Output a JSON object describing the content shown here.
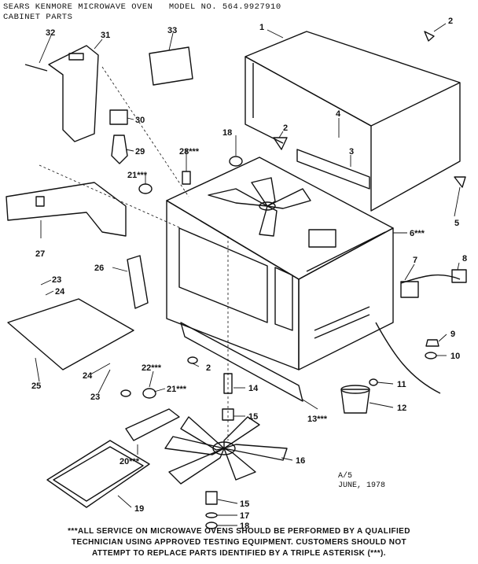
{
  "header": {
    "line1": "SEARS KENMORE MICROWAVE OVEN   MODEL NO. 564.9927910",
    "line2": "CABINET PARTS"
  },
  "labels": {
    "p1": "1",
    "p2a": "2",
    "p2b": "2",
    "p2c": "2",
    "p3": "3",
    "p4": "4",
    "p5": "5",
    "p6": "6***",
    "p7": "7",
    "p8": "8",
    "p9": "9",
    "p10": "10",
    "p11": "11",
    "p12": "12",
    "p13": "13***",
    "p14": "14",
    "p15a": "15",
    "p15b": "15",
    "p16": "16",
    "p17": "17",
    "p18a": "18",
    "p18b": "18",
    "p19": "19",
    "p20": "20***",
    "p21a": "21***",
    "p21b": "21***",
    "p22": "22***",
    "p23a": "23",
    "p23b": "23",
    "p24a": "24",
    "p24b": "24",
    "p25": "25",
    "p26": "26",
    "p27": "27",
    "p28": "28***",
    "p29": "29",
    "p30": "30",
    "p31": "31",
    "p32": "32",
    "p33": "33"
  },
  "date_block": {
    "code": "A/5",
    "date": "JUNE, 1978"
  },
  "footnote": {
    "line1": "***ALL SERVICE ON MICROWAVE OVENS SHOULD BE PERFORMED BY A QUALIFIED",
    "line2": "TECHNICIAN USING APPROVED TESTING EQUIPMENT. CUSTOMERS SHOULD NOT",
    "line3": "ATTEMPT TO REPLACE PARTS IDENTIFIED BY A TRIPLE ASTERISK (***)."
  }
}
